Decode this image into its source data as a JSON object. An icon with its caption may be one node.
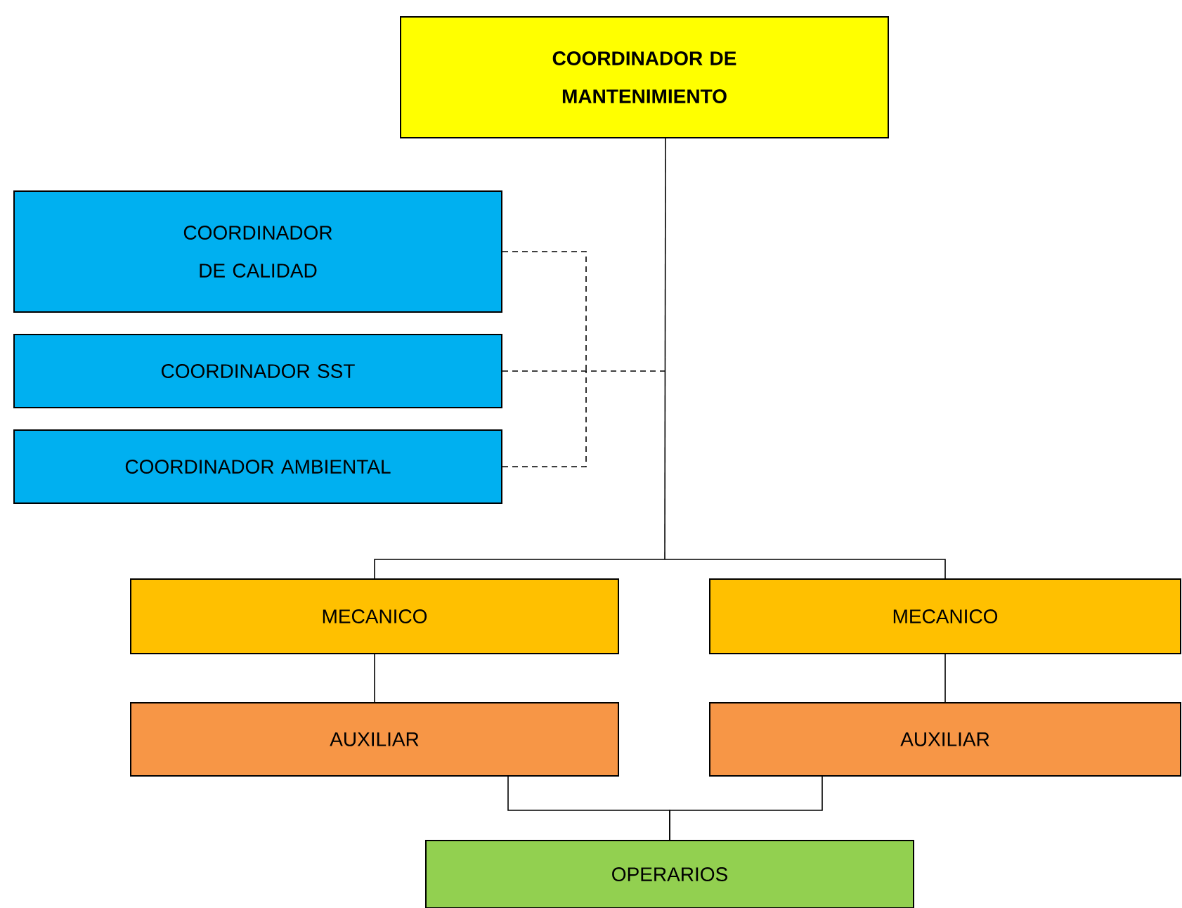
{
  "diagram": {
    "nodes": [
      {
        "text": [
          "COORDINADOR DE MANTENIMIENTO"
        ]
      },
      {
        "text": [
          "COORDINADOR DE CALIDAD"
        ]
      },
      {
        "text": [
          "COORDINADOR SST"
        ]
      },
      {
        "text": [
          "COORDINADOR AMBIENTAL"
        ]
      },
      {
        "text": [
          "MECANICO"
        ]
      },
      {
        "text": [
          "MECANICO"
        ]
      },
      {
        "text": [
          "AUXILIAR"
        ]
      },
      {
        "text": [
          "AUXILIAR"
        ]
      },
      {
        "text": [
          "OPERARIOS"
        ]
      }
    ],
    "edges": [
      {
        "from": 0,
        "to": 1,
        "arrow": "none",
        "style": "dashed"
      },
      {
        "from": 0,
        "to": 2,
        "arrow": "none",
        "style": "dashed"
      },
      {
        "from": 0,
        "to": 3,
        "arrow": "none",
        "style": "dashed"
      },
      {
        "from": 0,
        "to": 4,
        "arrow": "none"
      },
      {
        "from": 0,
        "to": 5,
        "arrow": "none"
      },
      {
        "from": 4,
        "to": 6,
        "arrow": "none"
      },
      {
        "from": 5,
        "to": 7,
        "arrow": "none"
      },
      {
        "from": 6,
        "to": 8,
        "arrow": "none"
      },
      {
        "from": 7,
        "to": 8,
        "arrow": "none"
      }
    ]
  }
}
